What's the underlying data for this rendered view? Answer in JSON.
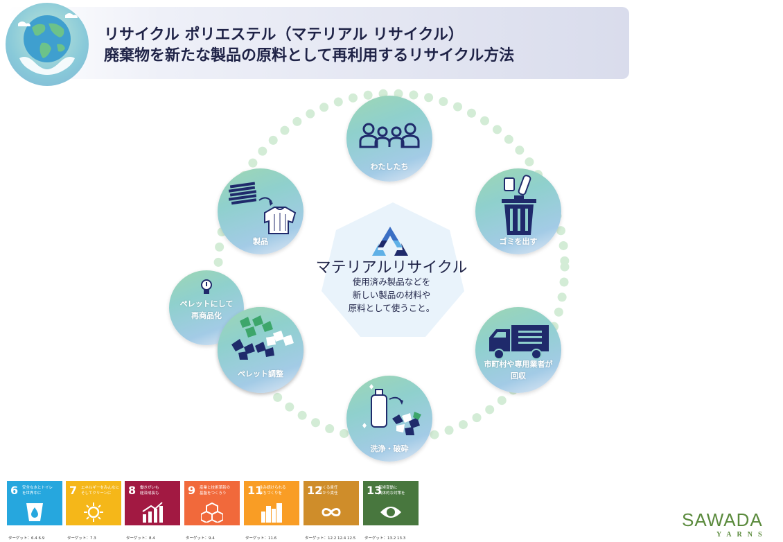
{
  "header": {
    "title_line1": "リサイクル ポリエステル（マテリアル リサイクル）",
    "title_line2": "廃棄物を新たな製品の原料として再利用するリサイクル方法"
  },
  "center": {
    "title": "マテリアルリサイクル",
    "description": "使用済み製品などを\n新しい製品の材料や\n原料として使うこと。"
  },
  "nodes": {
    "watashitachi": "わたしたち",
    "gomi": "ゴミを出す",
    "kaishu": "市町村や専用業者が\n回収",
    "senjo": "洗浄・破砕",
    "pellet_chosei": "ペレット調整",
    "saishohin": "ペレットにして\n再商品化",
    "seihin": "製品"
  },
  "sdgs": [
    {
      "num": "6",
      "text": "安全な水とトイレ\nを世界中に",
      "target": "ターゲット：6.4 6.9",
      "color": "#26a7de"
    },
    {
      "num": "7",
      "text": "エネルギーをみんなに\nそしてクリーンに",
      "target": "ターゲット：7.3",
      "color": "#f5b719"
    },
    {
      "num": "8",
      "text": "働きがいも\n経済成長も",
      "target": "ターゲット：8.4",
      "color": "#a21942"
    },
    {
      "num": "9",
      "text": "産業と技術革新の\n基盤をつくろう",
      "target": "ターゲット：9.4",
      "color": "#f1693b"
    },
    {
      "num": "11",
      "text": "住み続けられる\nまちづくりを",
      "target": "ターゲット：11.6",
      "color": "#f99d25"
    },
    {
      "num": "12",
      "text": "つくる責任\nつかう責任",
      "target": "ターゲット：12.2 12.4 12.5",
      "color": "#cf8d2a"
    },
    {
      "num": "13",
      "text": "気候変動に\n具体的な対策を",
      "target": "ターゲット：13.2 13.3",
      "color": "#48773e"
    }
  ],
  "logo": {
    "name": "SAWADA",
    "sub": "YARNS"
  }
}
